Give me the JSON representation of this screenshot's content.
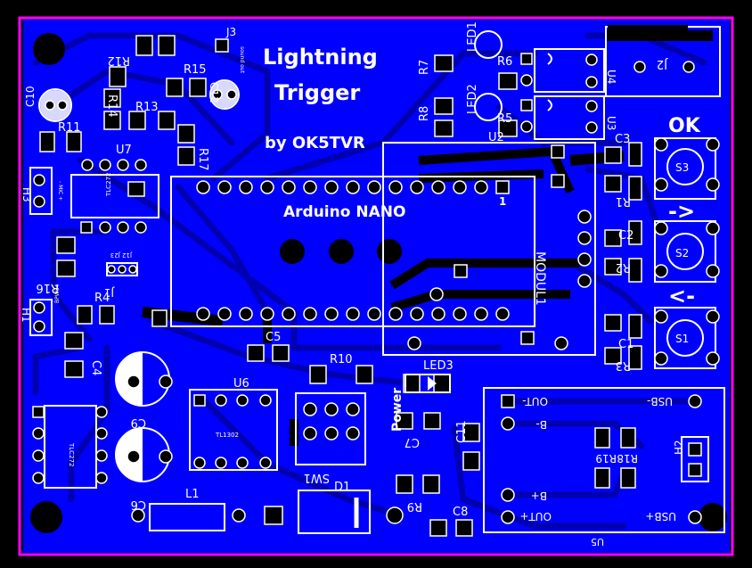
{
  "title": {
    "line1": "Lightning",
    "line2": "Trigger",
    "author": "by OK5TVR"
  },
  "module": {
    "name": "Arduino NANO",
    "side_label": "MODUL1",
    "pin1": "1"
  },
  "buttons": {
    "ok": "OK",
    "next": "->",
    "prev": "<-",
    "s1": "S1",
    "s2": "S2",
    "s3": "S3"
  },
  "components": {
    "c10": "C10",
    "r11": "R11",
    "r12": "R12",
    "r14": "R14",
    "r13": "R13",
    "r15": "R15",
    "c12": "C12",
    "j3": "J3",
    "j3_sub": "sound out",
    "r7": "R7",
    "r8": "R8",
    "led1": "LED1",
    "led2": "LED2",
    "r6": "R6",
    "r5": "R5",
    "u2": "U2",
    "u3": "U3",
    "u4": "U4",
    "j2": "J2",
    "c3": "C3",
    "r1": "R1",
    "c2": "C2",
    "r2": "R2",
    "c1": "C1",
    "r3": "R3",
    "u7": "U7",
    "u7_chip": "TLC272",
    "r17": "R17",
    "h3": "H3",
    "h3_sub": "- MIC +",
    "r16": "R16",
    "j1": "J1",
    "j1_sub": "J12 J23",
    "h1": "H1",
    "h1_sub": "BPW34",
    "r4": "R4",
    "c4": "C4",
    "c5": "C5",
    "r10": "R10",
    "led3": "LED3",
    "u6": "U6",
    "u6_chip": "TL1302",
    "u1_chip": "TLC272",
    "c9": "C9",
    "c6": "C6",
    "power": "Power",
    "c7": "C7",
    "sw1": "SW1",
    "c11": "C11",
    "d1": "D1",
    "l1": "L1",
    "r9": "R9",
    "c8": "C8"
  },
  "usb_module": {
    "name": "U5",
    "out_minus": "OUT-",
    "usb_minus": "USB-",
    "b_minus": "B-",
    "b_plus": "B+",
    "out_plus": "OUT+",
    "usb_plus": "USB+",
    "r19": "R19",
    "r18": "R18",
    "h2": "H2"
  },
  "colors": {
    "board_copper": "#0000ff",
    "trace": "#0000b0",
    "outline": "#ff00ff",
    "silkscreen": "#ffffff",
    "pad": "#000000",
    "background": "#000000"
  }
}
